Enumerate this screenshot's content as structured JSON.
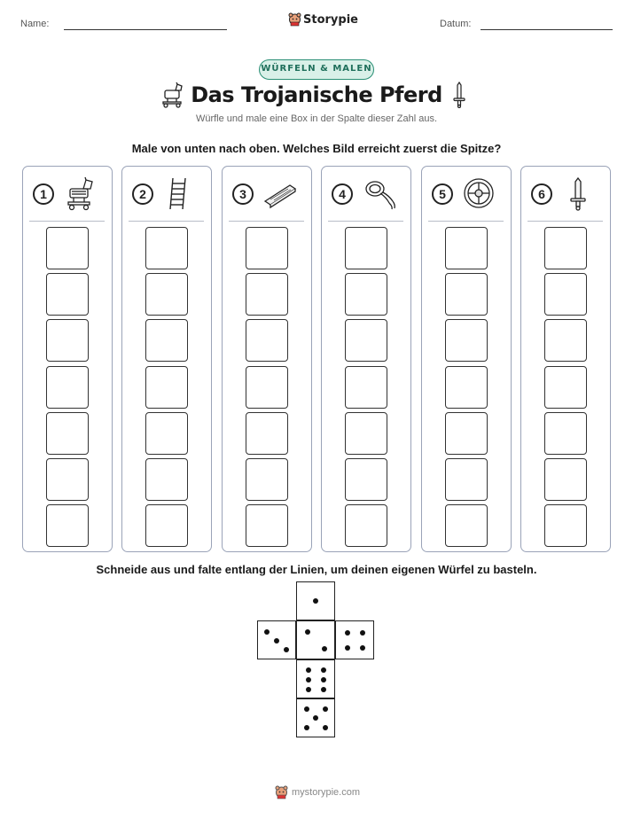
{
  "header": {
    "name_label": "Name:",
    "date_label": "Datum:",
    "brand": "Storypie"
  },
  "badge": "WÜRFELN & MALEN",
  "title": "Das Trojanische Pferd",
  "subtitle": "Würfle und male eine Box in der Spalte dieser Zahl aus.",
  "instruction": "Male von unten nach oben. Welches Bild erreicht zuerst die Spitze?",
  "columns": [
    {
      "number": "1",
      "icon": "trojan-horse-icon"
    },
    {
      "number": "2",
      "icon": "ladder-icon"
    },
    {
      "number": "3",
      "icon": "wooden-plank-icon"
    },
    {
      "number": "4",
      "icon": "rope-icon"
    },
    {
      "number": "5",
      "icon": "shield-icon"
    },
    {
      "number": "6",
      "icon": "sword-icon"
    }
  ],
  "boxes_per_column": 7,
  "dice_instruction": "Schneide aus und falte entlang der Linien, um deinen eigenen Würfel zu basteln.",
  "footer": "mystorypie.com",
  "colors": {
    "badge_border": "#2a8f75",
    "badge_fill": "#d9f0e8",
    "column_border": "#9aa3b8"
  }
}
